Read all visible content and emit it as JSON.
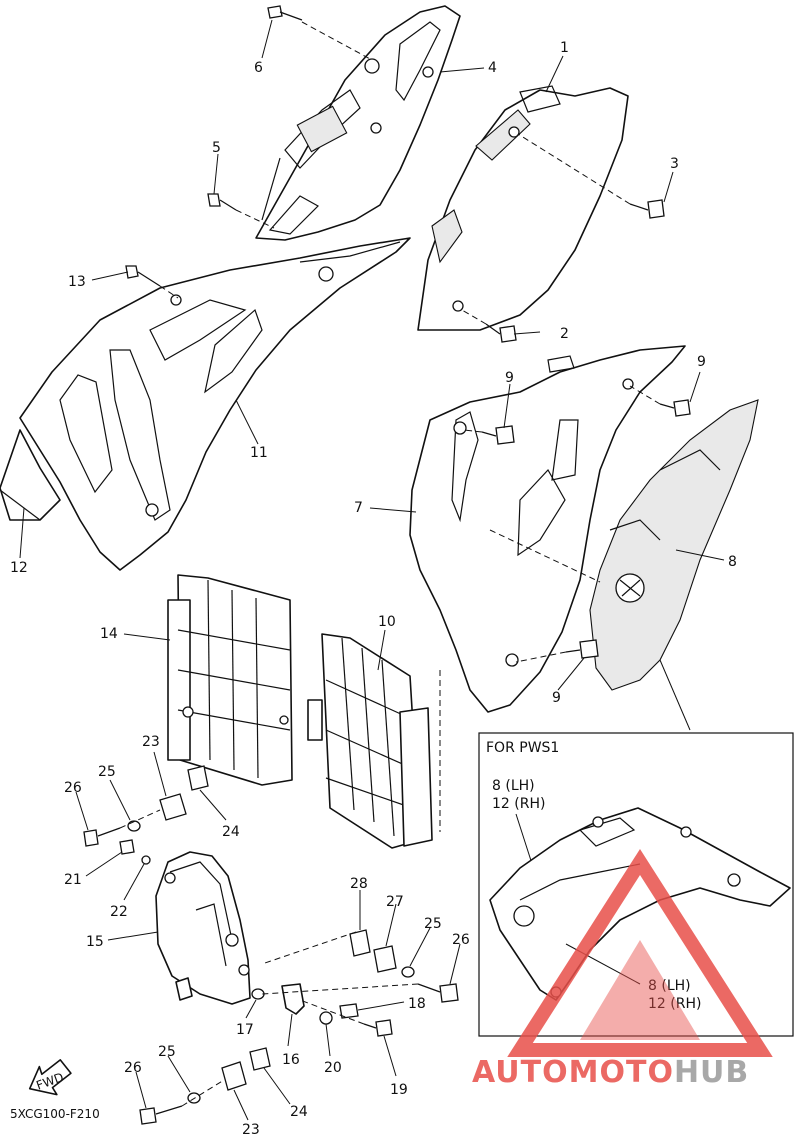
{
  "diagram": {
    "callouts": {
      "c1": "1",
      "c2": "2",
      "c3": "3",
      "c4": "4",
      "c5": "5",
      "c6": "6",
      "c7": "7",
      "c8": "8",
      "c9a": "9",
      "c9b": "9",
      "c9c": "9",
      "c10": "10",
      "c11": "11",
      "c12": "12",
      "c13": "13",
      "c14": "14",
      "c15": "15",
      "c16": "16",
      "c17": "17",
      "c18": "18",
      "c19": "19",
      "c20": "20",
      "c21": "21",
      "c22": "22",
      "c23a": "23",
      "c23b": "23",
      "c24a": "24",
      "c24b": "24",
      "c25a": "25",
      "c25b": "25",
      "c25c": "25",
      "c26a": "26",
      "c26b": "26",
      "c26c": "26",
      "c27": "27",
      "c28": "28"
    },
    "inset": {
      "title": "FOR PWS1",
      "label_top_line1": "8  (LH)",
      "label_top_line2": "12 (RH)",
      "label_bottom_line1": "8  (LH)",
      "label_bottom_line2": "12 (RH)"
    },
    "fwd_label": "FWD",
    "drawing_code": "5XCG100-F210"
  },
  "watermark": {
    "part1": "AUTOMOTO",
    "part2": "HUB",
    "color_primary": "#e8504a",
    "color_secondary": "#9a9a9a"
  }
}
